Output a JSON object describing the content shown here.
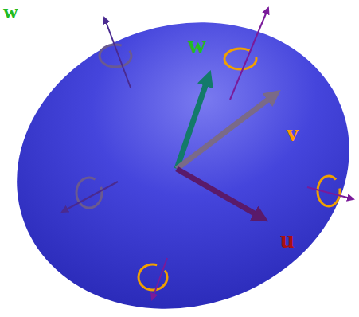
{
  "diagram": {
    "labels": [
      "w",
      "w",
      "v",
      "u"
    ]
  }
}
